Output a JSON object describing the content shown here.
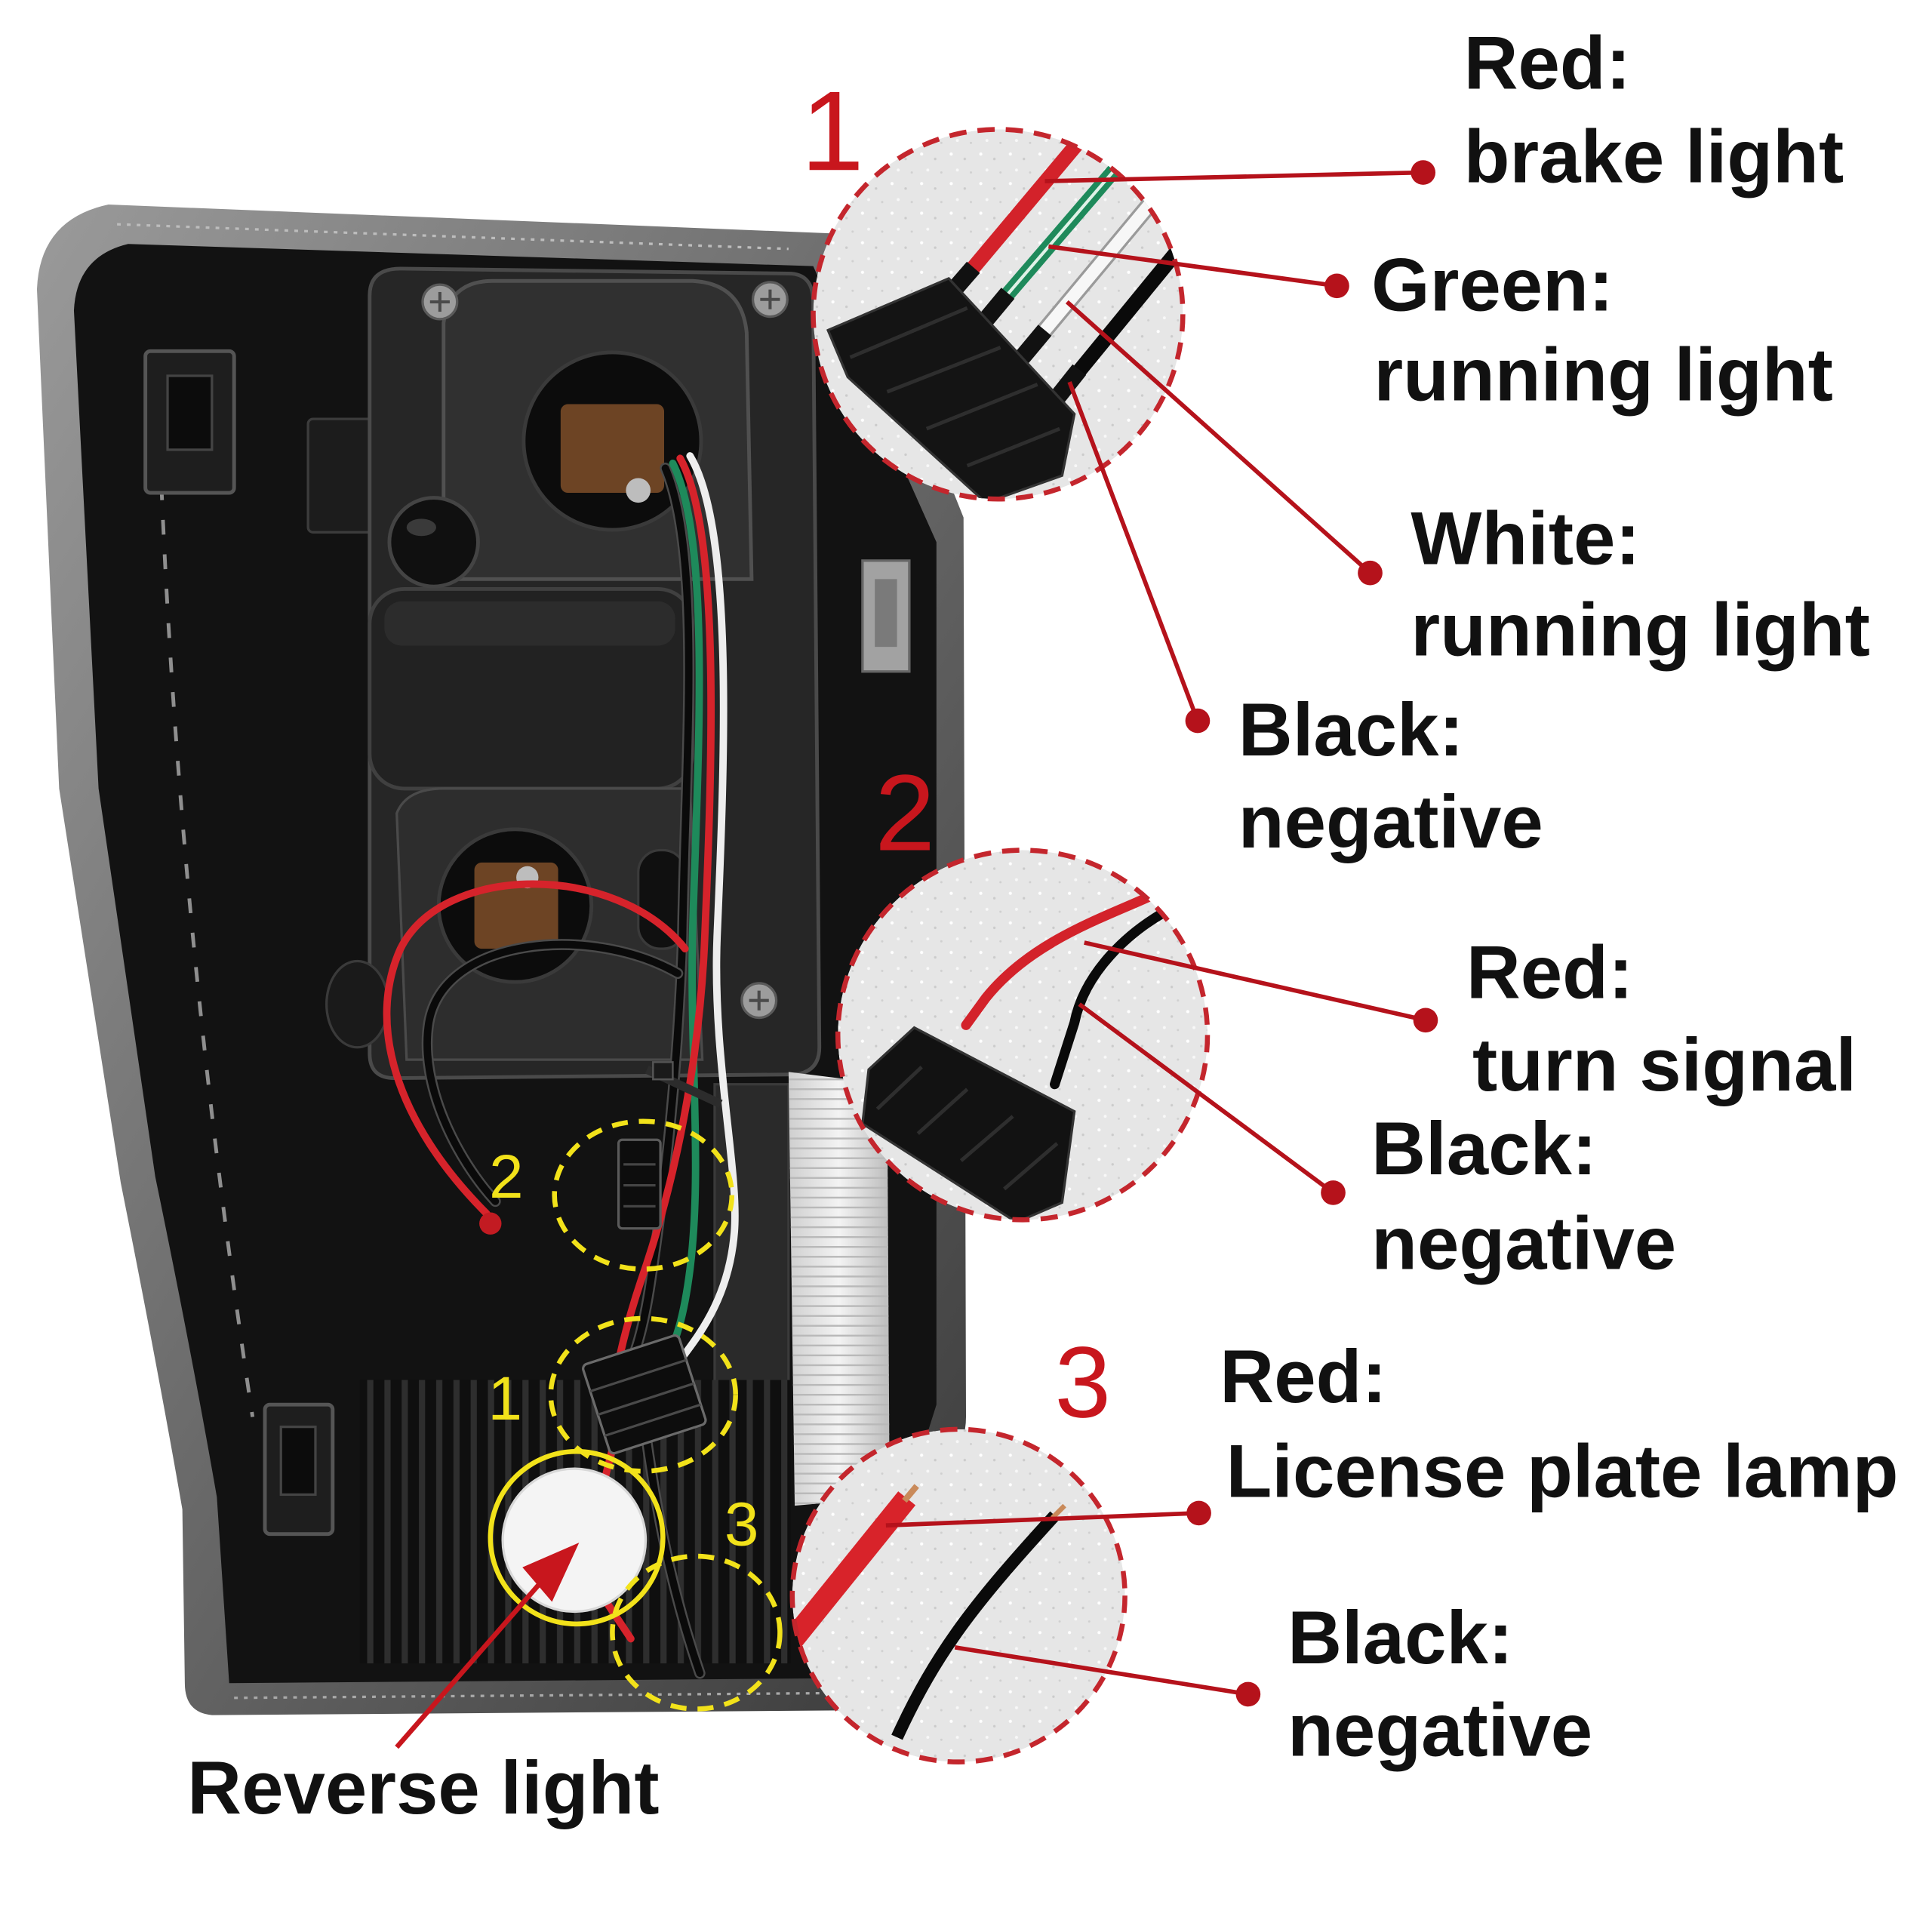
{
  "callouts": [
    {
      "number": "1",
      "wires": [
        {
          "color": "Red:",
          "function": "brake light"
        },
        {
          "color": "Green:",
          "function": "running light"
        },
        {
          "color": "White:",
          "function": "running light"
        },
        {
          "color": "Black:",
          "function": "negative"
        }
      ]
    },
    {
      "number": "2",
      "wires": [
        {
          "color": "Red:",
          "function": "turn signal"
        },
        {
          "color": "Black:",
          "function": "negative"
        }
      ]
    },
    {
      "number": "3",
      "wires": [
        {
          "color": "Red:",
          "function": "License plate lamp"
        },
        {
          "color": "Black:",
          "function": "negative"
        }
      ]
    }
  ],
  "photo_markers": [
    "2",
    "1",
    "3"
  ],
  "reverse_light_label": "Reverse light",
  "colors": {
    "callout_number": "#c8161d",
    "leader": "#b5121b",
    "marker": "#f2e21a",
    "inset_border": "#c4262d",
    "wire_red": "#d6232b",
    "wire_green": "#1e8a5b",
    "wire_white": "#eeeeee",
    "wire_black": "#0a0a0a"
  }
}
